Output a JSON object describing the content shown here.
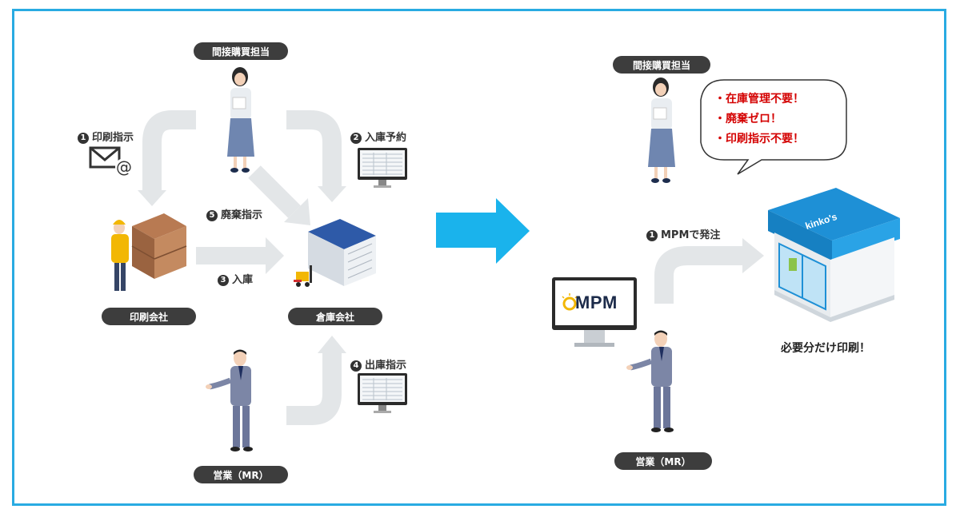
{
  "left": {
    "indirect_purchasing": "間接購買担当",
    "printing_company": "印刷会社",
    "warehouse_company": "倉庫会社",
    "sales": "営業（MR）",
    "steps": {
      "s1": {
        "num": "1",
        "text": "印刷指示"
      },
      "s2": {
        "num": "2",
        "text": "入庫予約"
      },
      "s3": {
        "num": "3",
        "text": "入庫"
      },
      "s4": {
        "num": "4",
        "text": "出庫指示"
      },
      "s5": {
        "num": "5",
        "text": "廃棄指示"
      }
    }
  },
  "right": {
    "indirect_purchasing": "間接購買担当",
    "sales": "営業（MR）",
    "bubble": [
      "・在庫管理不要！",
      "・廃棄ゼロ！",
      "・印刷指示不要！"
    ],
    "order_step": {
      "num": "1",
      "text": "MPMで発注"
    },
    "monitor_logo": "MPM",
    "store_sign": "kinko's",
    "caption": "必要分だけ印刷！"
  },
  "colors": {
    "frame": "#29abe2",
    "big_arrow": "#1ab3ec",
    "flow_arrow": "#e3e6e8",
    "pill": "#3d3d3d",
    "bubble_text": "#d40000",
    "store": "#1e90d6"
  },
  "icons": [
    "mail-at-icon",
    "monitor-table-icon",
    "warehouse-icon",
    "boxes-icon",
    "person-icon",
    "store-icon",
    "forklift-icon"
  ]
}
